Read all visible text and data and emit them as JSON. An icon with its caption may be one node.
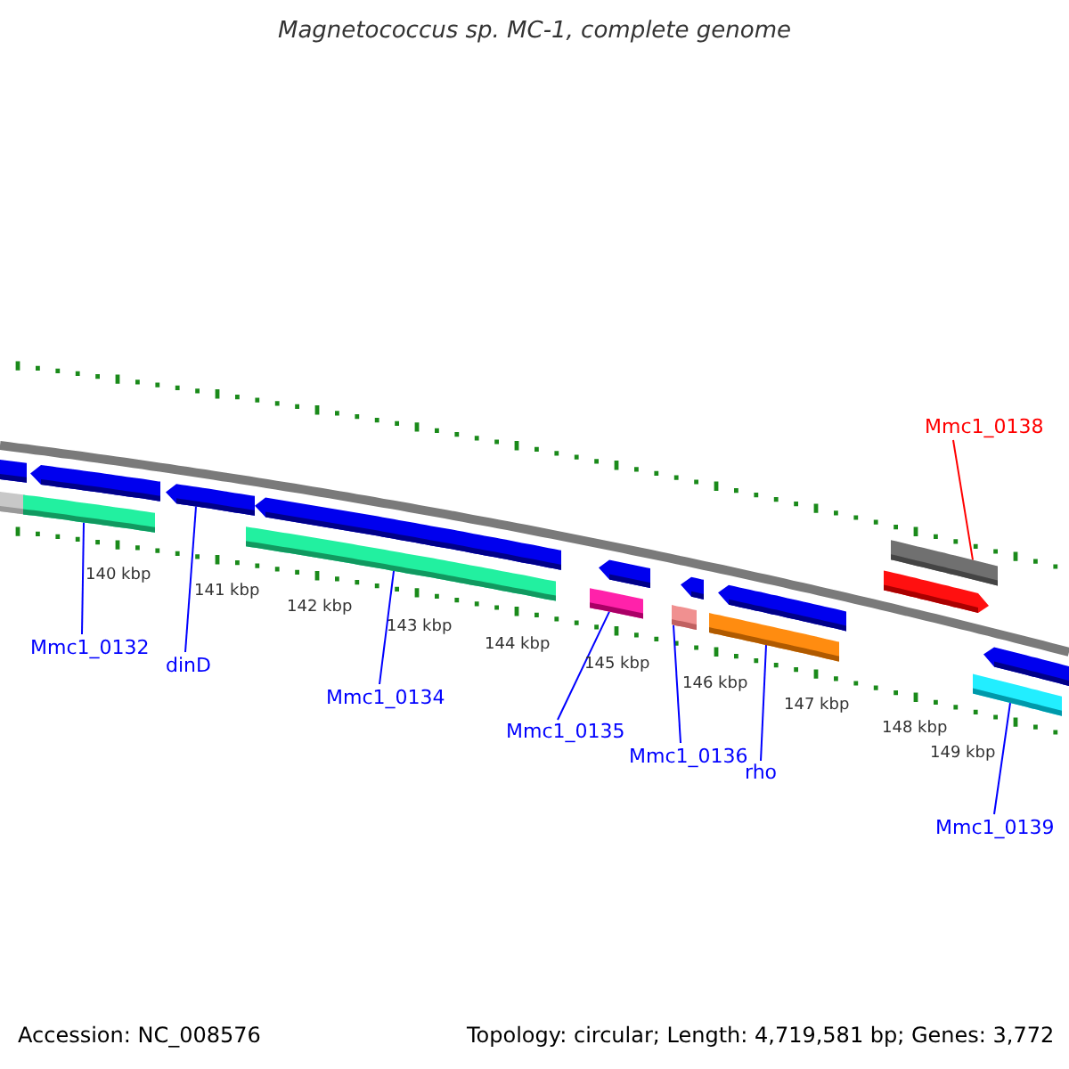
{
  "diagram": {
    "title": "Magnetococcus sp. MC-1, complete genome",
    "nodes": [
      {
        "text": [
          "Mmc1_0138"
        ]
      },
      {
        "text": [],
        "shape": "arrow"
      },
      {
        "text": [],
        "shape": "bar"
      },
      {
        "text": [],
        "shape": "arrow"
      },
      {
        "text": [],
        "shape": "bar"
      },
      {
        "text": [],
        "shape": "arrow"
      },
      {
        "text": [],
        "shape": "arrow"
      },
      {
        "text": [],
        "shape": "bar"
      },
      {
        "text": [],
        "shape": "arrow"
      },
      {
        "text": [],
        "shape": "bar"
      },
      {
        "text": [],
        "shape": "arrow"
      },
      {
        "text": [],
        "shape": "bar"
      },
      {
        "text": [],
        "shape": "arrow"
      },
      {
        "text": [],
        "shape": "bar"
      },
      {
        "text": [],
        "shape": "bar"
      },
      {
        "text": [],
        "shape": "arrow"
      },
      {
        "text": [],
        "shape": "arrow"
      },
      {
        "text": [],
        "shape": "bar"
      },
      {
        "text": [
          "Mmc1_0132"
        ]
      },
      {
        "text": [
          "dinD"
        ]
      },
      {
        "text": [
          "Mmc1_0134"
        ]
      },
      {
        "text": [
          "Mmc1_0135"
        ]
      },
      {
        "text": [
          "Mmc1_0136"
        ]
      },
      {
        "text": [
          "rho"
        ]
      },
      {
        "text": [
          "Mmc1_0139"
        ]
      }
    ],
    "edges": [
      {
        "from": 0,
        "to": 14,
        "arrow": "none",
        "color": "#ff0000"
      },
      {
        "from": 18,
        "to": 4,
        "arrow": "none"
      },
      {
        "from": 19,
        "to": 5,
        "arrow": "none"
      },
      {
        "from": 20,
        "to": 7,
        "arrow": "none"
      },
      {
        "from": 21,
        "to": 9,
        "arrow": "none"
      },
      {
        "from": 22,
        "to": 11,
        "arrow": "none"
      },
      {
        "from": 23,
        "to": 13,
        "arrow": "none"
      },
      {
        "from": 24,
        "to": 17,
        "arrow": "none"
      }
    ],
    "labels": [
      "140 kbp",
      "141 kbp",
      "142 kbp",
      "143 kbp",
      "144 kbp",
      "145 kbp",
      "146 kbp",
      "147 kbp",
      "148 kbp",
      "149 kbp",
      "Accession: NC_008576",
      "Topology: circular; Length: 4,719,581 bp; Genes: 3,772"
    ]
  }
}
